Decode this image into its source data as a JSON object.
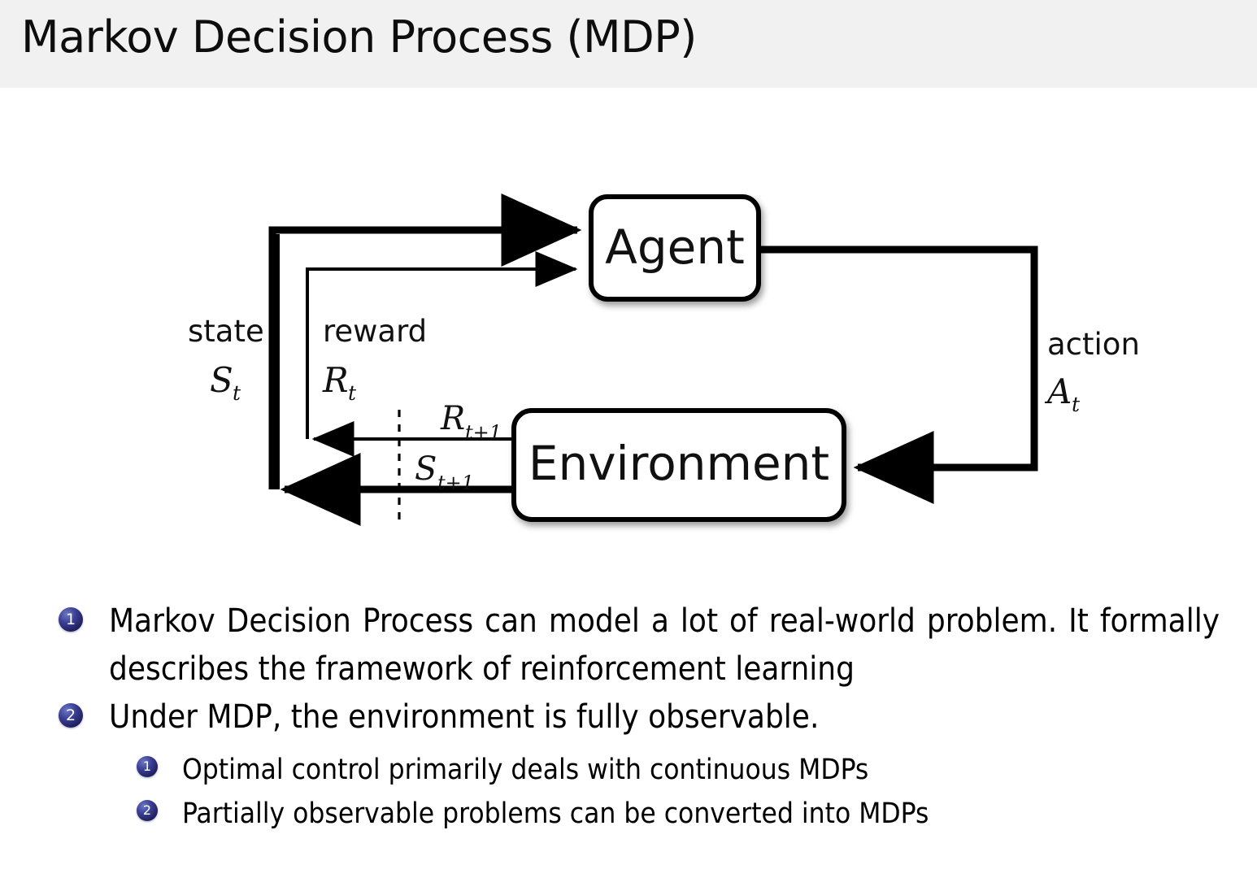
{
  "header": {
    "title": "Markov Decision Process (MDP)",
    "band_color": "#f1f1f1"
  },
  "diagram": {
    "name": "agent-environment-interaction-loop",
    "nodes": {
      "agent": "Agent",
      "environment": "Environment"
    },
    "edge_labels": {
      "state_word": "state",
      "state_symbol": "S",
      "state_symbol_sub": "t",
      "reward_word": "reward",
      "reward_symbol": "R",
      "reward_symbol_sub": "t",
      "action_word": "action",
      "action_symbol": "A",
      "action_symbol_sub": "t",
      "next_reward_symbol": "R",
      "next_reward_sub": "t+1",
      "next_state_symbol": "S",
      "next_state_sub": "t+1"
    },
    "stroke_color": "#000000",
    "box_fill": "#ffffff"
  },
  "bullets": {
    "accent_color": "#232363",
    "items": [
      {
        "number": "1",
        "text": "Markov Decision Process can model a lot of real-world problem. It formally describes the framework of reinforcement learning",
        "children": []
      },
      {
        "number": "2",
        "text": "Under MDP, the environment is fully observable.",
        "children": [
          {
            "number": "1",
            "text": "Optimal control primarily deals with continuous MDPs"
          },
          {
            "number": "2",
            "text": "Partially observable problems can be converted into MDPs"
          }
        ]
      }
    ]
  }
}
